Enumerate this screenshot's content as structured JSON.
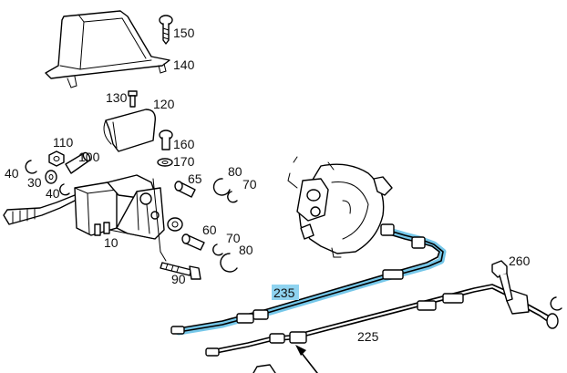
{
  "callouts": {
    "c10": "10",
    "c30": "30",
    "c40a": "40",
    "c40b": "40",
    "c60": "60",
    "c65": "65",
    "c70a": "70",
    "c70b": "70",
    "c80a": "80",
    "c80b": "80",
    "c90": "90",
    "c100": "100",
    "c110": "110",
    "c120": "120",
    "c130": "130",
    "c140": "140",
    "c150": "150",
    "c160": "160",
    "c170": "170",
    "c225": "225",
    "c235": "235",
    "c260": "260"
  },
  "colors": {
    "highlight": "#6ec4e8",
    "highlight_label": "#8fd3f0",
    "line": "#000000"
  },
  "selected_part": "235"
}
